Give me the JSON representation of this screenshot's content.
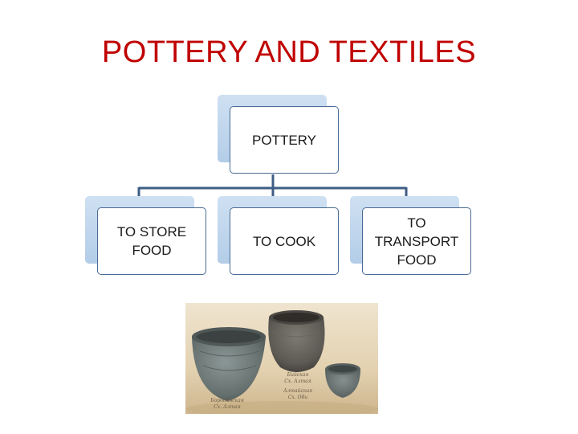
{
  "slide": {
    "title": "POTTERY AND TEXTILES"
  },
  "diagram": {
    "root": {
      "label": "POTTERY"
    },
    "children": [
      {
        "label": "TO STORE\nFOOD"
      },
      {
        "label": "TO COOK"
      },
      {
        "label": "TO\nTRANSPORT\nFOOD"
      }
    ],
    "colors": {
      "title": "#c00000",
      "connector": "#3f5e86",
      "box_border": "#4a6b94",
      "box_shadow": "#c3d8ee"
    }
  },
  "photo": {
    "subject": "pottery-vessels-photo",
    "colors": {
      "background": "#e8d9bd",
      "pot": "#6f7c7a"
    }
  }
}
